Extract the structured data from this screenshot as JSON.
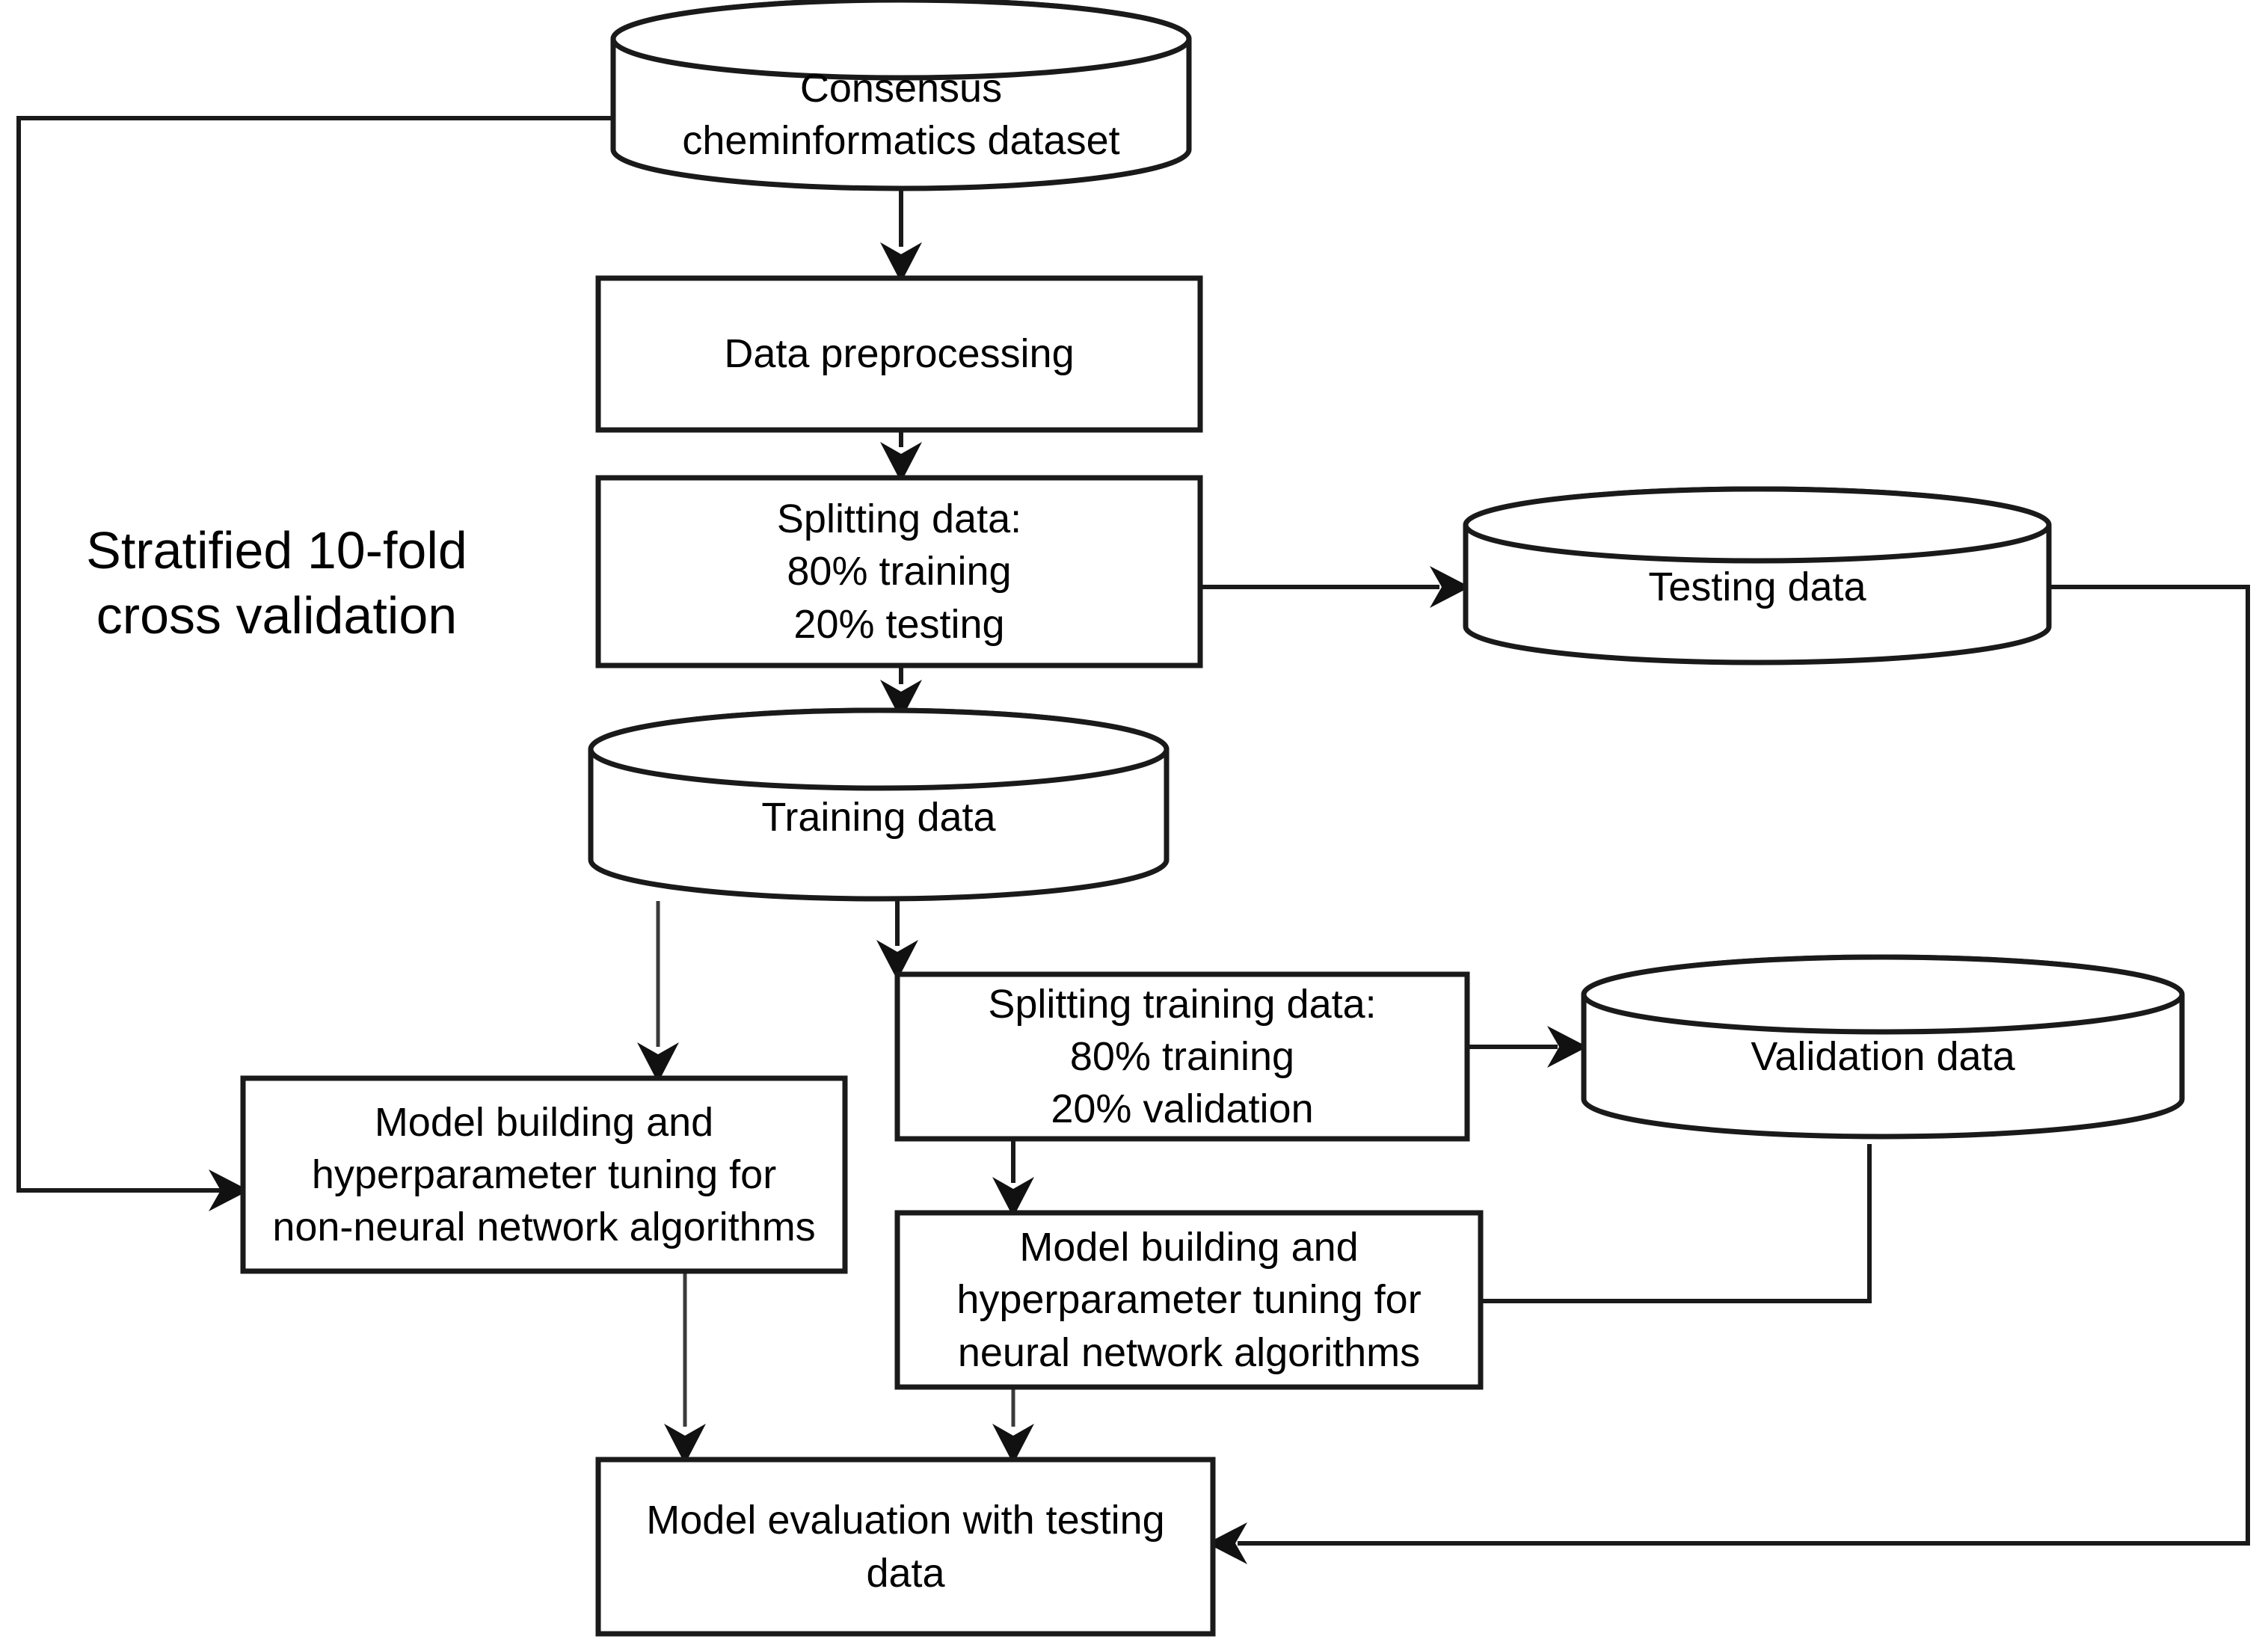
{
  "diagram": {
    "title": "Machine learning workflow flowchart",
    "stroke_color": "#1a1a1a",
    "fill_color": "#ffffff",
    "text_color": "#000000",
    "nodes": {
      "consensus_dataset": {
        "label": "Consensus\ncheminformatics dataset",
        "shape": "cylinder"
      },
      "data_preprocessing": {
        "label": "Data preprocessing",
        "shape": "rectangle"
      },
      "splitting_data": {
        "label": "Splitting data:\n80% training\n20% testing",
        "shape": "rectangle"
      },
      "testing_data": {
        "label": "Testing data",
        "shape": "cylinder"
      },
      "training_data": {
        "label": "Training data",
        "shape": "cylinder"
      },
      "splitting_training_data": {
        "label": "Splitting training data:\n80% training\n20% validation",
        "shape": "rectangle"
      },
      "validation_data": {
        "label": "Validation data",
        "shape": "cylinder"
      },
      "non_neural_model": {
        "label": "Model building and\nhyperparameter tuning for\nnon-neural network algorithms",
        "shape": "rectangle"
      },
      "neural_model": {
        "label": "Model building and\nhyperparameter tuning for\nneural network algorithms",
        "shape": "rectangle"
      },
      "model_evaluation": {
        "label": "Model evaluation with testing\ndata",
        "shape": "rectangle"
      }
    },
    "annotations": {
      "cross_validation": "Stratified 10-fold\ncross validation"
    },
    "edges": [
      {
        "from": "consensus_dataset",
        "to": "data_preprocessing"
      },
      {
        "from": "data_preprocessing",
        "to": "splitting_data"
      },
      {
        "from": "splitting_data",
        "to": "testing_data"
      },
      {
        "from": "splitting_data",
        "to": "training_data"
      },
      {
        "from": "training_data",
        "to": "non_neural_model"
      },
      {
        "from": "training_data",
        "to": "splitting_training_data"
      },
      {
        "from": "splitting_training_data",
        "to": "validation_data"
      },
      {
        "from": "splitting_training_data",
        "to": "neural_model"
      },
      {
        "from": "validation_data",
        "to": "neural_model"
      },
      {
        "from": "non_neural_model",
        "to": "model_evaluation"
      },
      {
        "from": "neural_model",
        "to": "model_evaluation"
      },
      {
        "from": "testing_data",
        "to": "model_evaluation"
      },
      {
        "from": "consensus_dataset",
        "to": "non_neural_model"
      }
    ]
  }
}
